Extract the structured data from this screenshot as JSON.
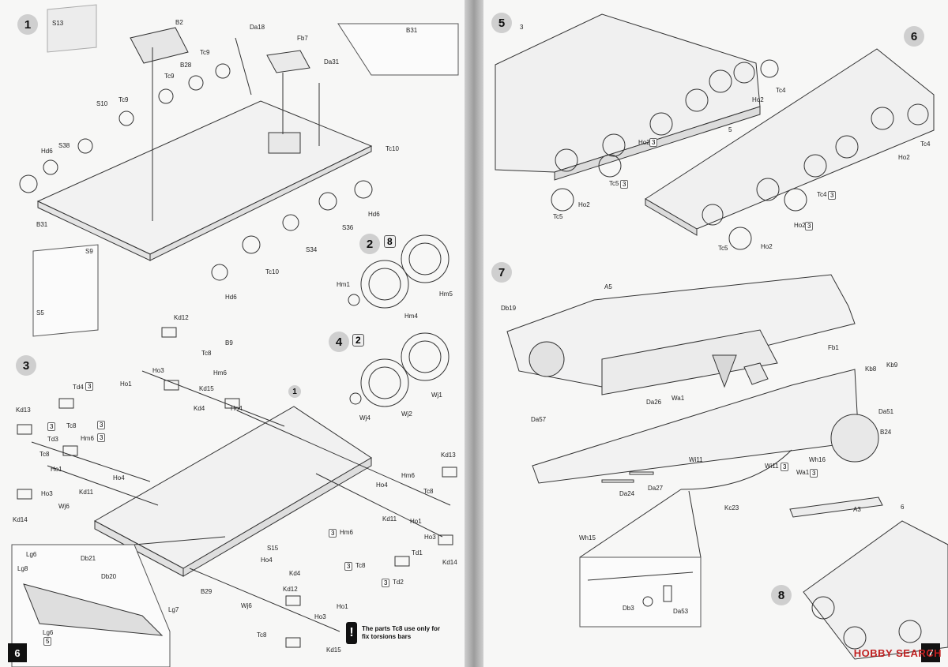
{
  "left_page": {
    "page_number": "6",
    "steps": [
      {
        "id": "s1",
        "num": "1"
      },
      {
        "id": "s2",
        "num": "2",
        "mult": "8"
      },
      {
        "id": "s3",
        "num": "3"
      },
      {
        "id": "s4",
        "num": "4",
        "mult": "2"
      }
    ],
    "note": "The parts Tc8 use only for fix torsions bars",
    "labels": [
      {
        "t": "S13"
      },
      {
        "t": "B2"
      },
      {
        "t": "Da18"
      },
      {
        "t": "Fb7"
      },
      {
        "t": "B31"
      },
      {
        "t": "Da31"
      },
      {
        "t": "Tc9"
      },
      {
        "t": "B28"
      },
      {
        "t": "Tc9"
      },
      {
        "t": "S10"
      },
      {
        "t": "Tc9"
      },
      {
        "t": "S38"
      },
      {
        "t": "Hd6"
      },
      {
        "t": "Tc10"
      },
      {
        "t": "B31"
      },
      {
        "t": "Hd6"
      },
      {
        "t": "S36"
      },
      {
        "t": "S34"
      },
      {
        "t": "Tc10"
      },
      {
        "t": "S9"
      },
      {
        "t": "S5"
      },
      {
        "t": "Hd6"
      },
      {
        "t": "Hm1"
      },
      {
        "t": "Hm4"
      },
      {
        "t": "Hm5"
      },
      {
        "t": "Wj4"
      },
      {
        "t": "Wj2"
      },
      {
        "t": "Wj1"
      },
      {
        "t": "Kd12"
      },
      {
        "t": "B9"
      },
      {
        "t": "Tc8"
      },
      {
        "t": "Ho3"
      },
      {
        "t": "Hm6"
      },
      {
        "t": "Ho1"
      },
      {
        "t": "Kd15"
      },
      {
        "t": "Kd4"
      },
      {
        "t": "Ho4"
      },
      {
        "t": "Td4"
      },
      {
        "t": "Kd13"
      },
      {
        "t": "Td3"
      },
      {
        "t": "Tc8"
      },
      {
        "t": "Hm6"
      },
      {
        "t": "Tc8"
      },
      {
        "t": "Ho1"
      },
      {
        "t": "Ho4"
      },
      {
        "t": "Kd11"
      },
      {
        "t": "Ho3"
      },
      {
        "t": "Wj6"
      },
      {
        "t": "Kd14"
      },
      {
        "t": "Kd13"
      },
      {
        "t": "Hm6"
      },
      {
        "t": "Tc8"
      },
      {
        "t": "Ho4"
      },
      {
        "t": "Kd11"
      },
      {
        "t": "Ho1"
      },
      {
        "t": "Ho3"
      },
      {
        "t": "Td1"
      },
      {
        "t": "Kd14"
      },
      {
        "t": "Hm6"
      },
      {
        "t": "Tc8"
      },
      {
        "t": "Td2"
      },
      {
        "t": "S15"
      },
      {
        "t": "Ho4"
      },
      {
        "t": "Kd4"
      },
      {
        "t": "Kd12"
      },
      {
        "t": "B29"
      },
      {
        "t": "Wj6"
      },
      {
        "t": "Ho1"
      },
      {
        "t": "Ho3"
      },
      {
        "t": "Tc8"
      },
      {
        "t": "Kd15"
      },
      {
        "t": "Lg6"
      },
      {
        "t": "Db21"
      },
      {
        "t": "Lg8"
      },
      {
        "t": "Db20"
      },
      {
        "t": "Lg7"
      },
      {
        "t": "Lg6"
      }
    ],
    "multipliers": [
      "3",
      "3",
      "3",
      "3",
      "3",
      "3",
      "3",
      "5"
    ]
  },
  "right_page": {
    "page_number": "7",
    "steps": [
      {
        "id": "s5",
        "num": "5"
      },
      {
        "id": "s6",
        "num": "6"
      },
      {
        "id": "s7",
        "num": "7"
      },
      {
        "id": "s8",
        "num": "8"
      }
    ],
    "labels": [
      {
        "t": "3"
      },
      {
        "t": "Tc4"
      },
      {
        "t": "Ho2"
      },
      {
        "t": "Ho2"
      },
      {
        "t": "Tc5"
      },
      {
        "t": "Ho2"
      },
      {
        "t": "Tc5"
      },
      {
        "t": "5"
      },
      {
        "t": "Tc4"
      },
      {
        "t": "Ho2"
      },
      {
        "t": "Tc4"
      },
      {
        "t": "Ho2"
      },
      {
        "t": "Tc5"
      },
      {
        "t": "Ho2"
      },
      {
        "t": "A5"
      },
      {
        "t": "Db19"
      },
      {
        "t": "Fb1"
      },
      {
        "t": "Kb8"
      },
      {
        "t": "Kb9"
      },
      {
        "t": "Da26"
      },
      {
        "t": "Wa1"
      },
      {
        "t": "Da57"
      },
      {
        "t": "Da51"
      },
      {
        "t": "B24"
      },
      {
        "t": "Wi11"
      },
      {
        "t": "Wh16"
      },
      {
        "t": "Wi11"
      },
      {
        "t": "Wa1"
      },
      {
        "t": "Da24"
      },
      {
        "t": "Da27"
      },
      {
        "t": "Kc23"
      },
      {
        "t": "Wh15"
      },
      {
        "t": "Db3"
      },
      {
        "t": "Da53"
      },
      {
        "t": "A3"
      },
      {
        "t": "6"
      }
    ],
    "multipliers": [
      "3",
      "3",
      "3",
      "3",
      "3",
      "3"
    ]
  },
  "watermark": "HOBBY SEARCH"
}
